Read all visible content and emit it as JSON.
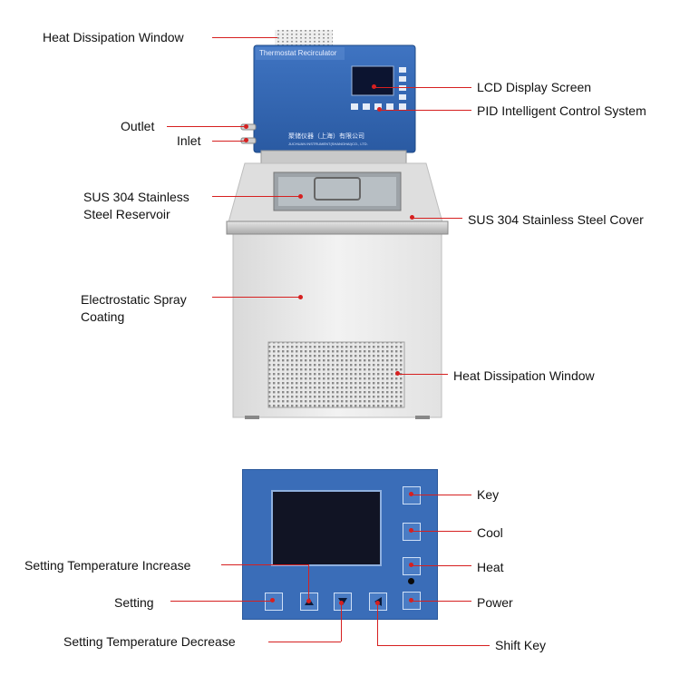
{
  "machine": {
    "panel_title": "Thermostat Recirculator",
    "brand_cn": "聚储仪器（上海）有限公司",
    "brand_en": "JUCHUAN INSTRUMENT(SHANGHAI)CO., LTD."
  },
  "callouts": {
    "heat_window_top": "Heat Dissipation Window",
    "lcd": "LCD Display Screen",
    "pid": "PID Intelligent Control System",
    "outlet": "Outlet",
    "inlet": "Inlet",
    "reservoir_1": "SUS 304 Stainless",
    "reservoir_2": "Steel Reservoir",
    "cover": "SUS 304 Stainless Steel Cover",
    "coating_1": "Electrostatic Spray",
    "coating_2": "Coating",
    "heat_window_side": "Heat Dissipation Window"
  },
  "panel_callouts": {
    "key": "Key",
    "cool": "Cool",
    "heat": "Heat",
    "power": "Power",
    "setting": "Setting",
    "increase": "Setting Temperature Increase",
    "decrease": "Setting Temperature Decrease",
    "shift": "Shift Key"
  },
  "colors": {
    "panel_blue": "#2f63ad",
    "callout_red": "#d62020",
    "steel": "#b8b8b8",
    "body_white": "#ececec"
  }
}
